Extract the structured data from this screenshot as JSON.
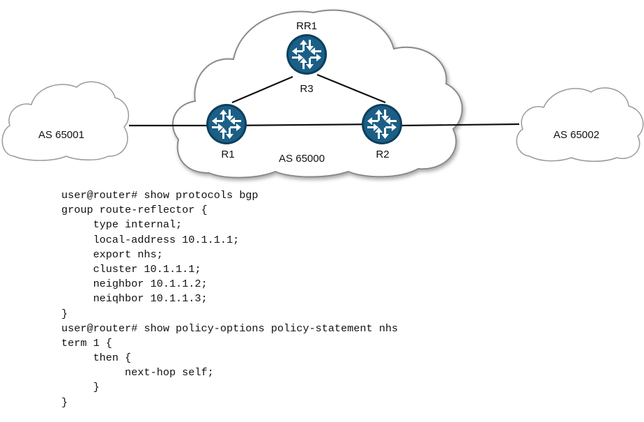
{
  "diagram": {
    "left_cloud_label": "AS 65001",
    "right_cloud_label": "AS 65002",
    "center_cloud_label": "AS 65000",
    "routers": [
      {
        "id": "rr1",
        "label": "RR1"
      },
      {
        "id": "r1",
        "label": "R1"
      },
      {
        "id": "r2",
        "label": "R2"
      }
    ],
    "link_label": "R3",
    "colors": {
      "router_fill": "#1b5e86",
      "router_ring": "#0e3f5c",
      "cloud_stroke": "#8a8a8a",
      "line": "#111111"
    },
    "icons": {
      "router": "router-icon",
      "cloud": "cloud-icon"
    }
  },
  "cli": {
    "lines": [
      "user@router# show protocols bgp",
      "group route-reflector {",
      "     type internal;",
      "     local-address 10.1.1.1;",
      "     export nhs;",
      "     cluster 10.1.1.1;",
      "     neighbor 10.1.1.2;",
      "     neiqhbor 10.1.1.3;",
      "}",
      "user@router# show policy-options policy-statement nhs",
      "term 1 {",
      "     then {",
      "          next-hop self;",
      "     }",
      "}"
    ]
  }
}
